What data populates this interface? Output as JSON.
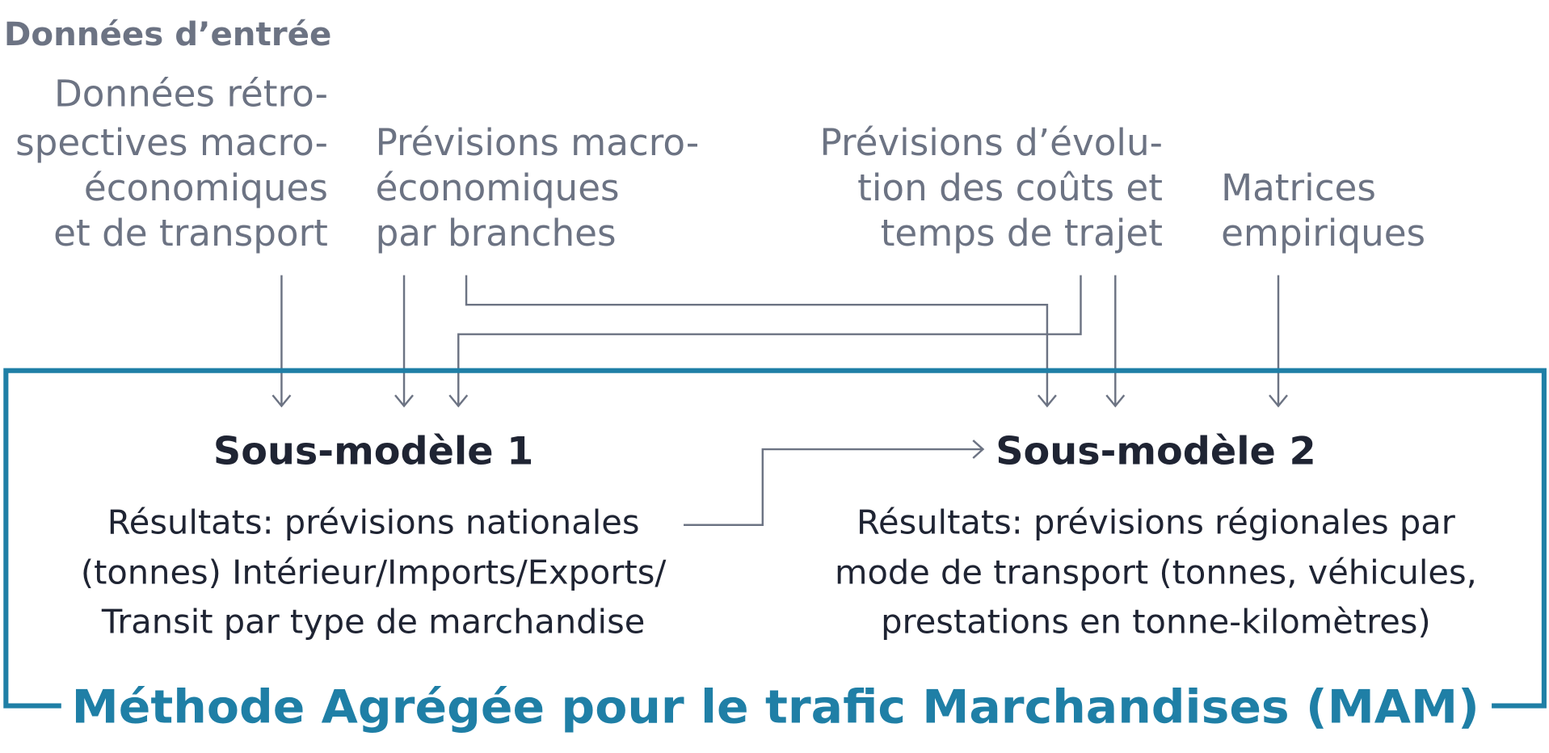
{
  "header": "Données d’entrée",
  "inputs": [
    {
      "lines": [
        "Données rétro-",
        "spectives macro-",
        "économiques",
        "et de transport"
      ]
    },
    {
      "lines": [
        "Prévisions macro-",
        "économiques",
        "par branches"
      ]
    },
    {
      "lines": [
        "Prévisions d’évolu-",
        "tion des coûts et",
        "temps de trajet"
      ]
    },
    {
      "lines": [
        "Matrices",
        "empiriques"
      ]
    }
  ],
  "submodels": [
    {
      "title": "Sous-modèle 1",
      "lines": [
        "Résultats: prévisions nationales",
        "(tonnes) Intérieur/Imports/Exports/",
        "Transit par type de marchandise"
      ]
    },
    {
      "title": "Sous-modèle 2",
      "lines": [
        "Résultats: prévisions régionales par",
        "mode de transport (tonnes, véhicules,",
        "prestations en tonne-kilomètres)"
      ]
    }
  ],
  "frame_title": "Méthode Agrégée pour le trafic Marchandises (MAM)",
  "colors": {
    "frame": "#1f7fa6",
    "input_text": "#6c7383",
    "body_text": "#1f2433"
  }
}
